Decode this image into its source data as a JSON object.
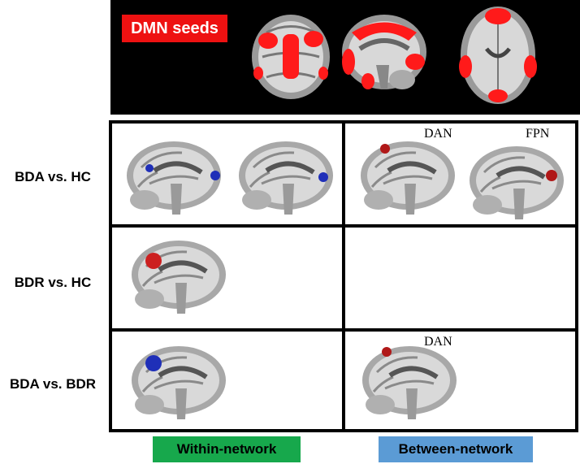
{
  "seed_panel": {
    "label": "DMN seeds",
    "background": "#000000",
    "label_color": "#ee1111",
    "seed_color": "#ff1a1a"
  },
  "rows": [
    {
      "label": "BDA vs. HC"
    },
    {
      "label": "BDR vs. HC"
    },
    {
      "label": "BDA vs. BDR"
    }
  ],
  "between_network_labels": {
    "row1_left": "DAN",
    "row1_right": "FPN",
    "row3": "DAN"
  },
  "legend": {
    "within": "Within-network",
    "between": "Between-network",
    "within_color": "#17a84c",
    "between_color": "#5b9bd5"
  },
  "colors": {
    "increase": "#b01818",
    "decrease": "#1f2fb8"
  }
}
